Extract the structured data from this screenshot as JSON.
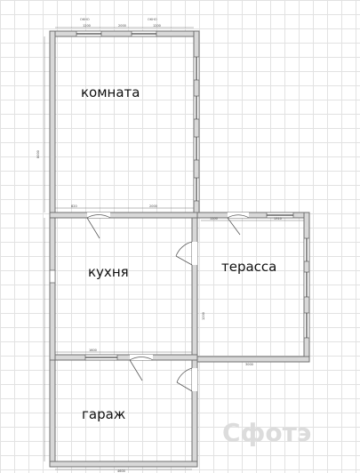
{
  "rooms": {
    "room1": "комната",
    "room2": "кухня",
    "room3": "терасса",
    "room4": "гараж"
  },
  "window_tags": [
    "ОКНО",
    "ОКНО"
  ],
  "dimensions": {
    "top_a": "1200",
    "top_b": "2000",
    "top_c": "1200",
    "left_room": "8000",
    "mid_a": "820",
    "mid_b": "2000",
    "terrace_top_a": "1200",
    "terrace_top_b": "1310",
    "terrace_left": "1200",
    "bottom_a": "1600",
    "bottom_b": "3000",
    "garage_bottom": "4600"
  },
  "colors": {
    "wall": "#6f6f6f",
    "wall_inner": "#d8d8d8",
    "grid": "#e2e2e2",
    "door": "#5a5a5a"
  },
  "icons": [
    "door-swing-icon",
    "window-icon"
  ],
  "watermark": "Сфотэ"
}
